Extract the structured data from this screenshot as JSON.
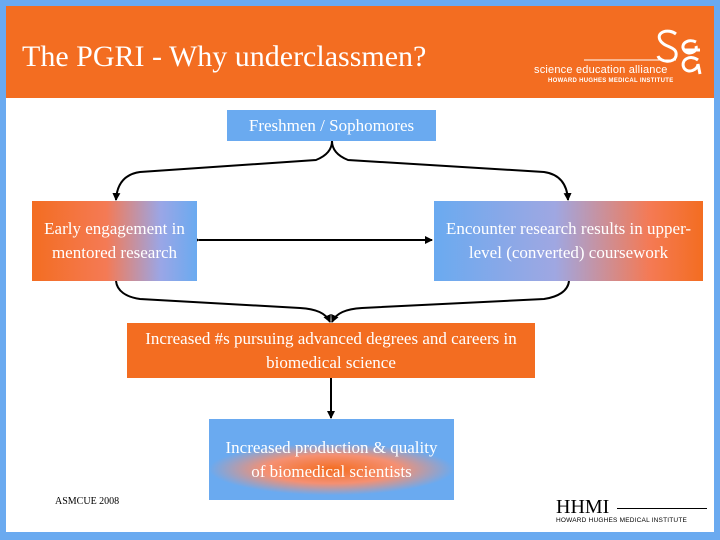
{
  "slide": {
    "title": "The PGRI - Why underclassmen?",
    "footer_note": "ASMCUE 2008"
  },
  "logos": {
    "sea": {
      "line1": "science education alliance",
      "line2": "HOWARD HUGHES MEDICAL INSTITUTE"
    },
    "hhmi": {
      "big": "HHMI",
      "small": "HOWARD HUGHES MEDICAL INSTITUTE"
    }
  },
  "diagram": {
    "nodes": {
      "top": "Freshmen / Sophomores",
      "left": "Early engagement in mentored research",
      "right": "Encounter research results in upper-level (converted) coursework",
      "middle": "Increased #s pursuing advanced degrees and careers in biomedical science",
      "bottom": "Increased production & quality of biomedical scientists"
    }
  },
  "colors": {
    "orange": "#f36d21",
    "blue": "#6aaaf0",
    "white": "#ffffff",
    "black": "#000000"
  }
}
